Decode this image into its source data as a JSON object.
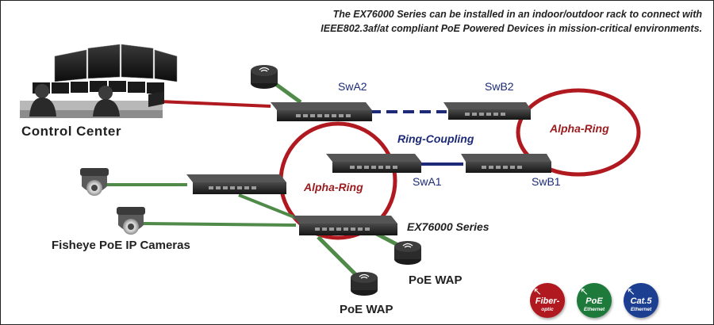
{
  "caption": {
    "line1": "The EX76000 Series can be installed in an indoor/outdoor rack  to connect with",
    "line2": "IEEE802.3af/at compliant PoE Powered Devices in mission-critical environments."
  },
  "labels": {
    "control_center": "Control Center",
    "swa2": "SwA2",
    "swb2": "SwB2",
    "swa1": "SwA1",
    "swb1": "SwB1",
    "alpha_ring_left": "Alpha-Ring",
    "alpha_ring_right": "Alpha-Ring",
    "ring_coupling": "Ring-Coupling",
    "series": "EX76000 Series",
    "cameras": "Fisheye PoE IP Cameras",
    "wap_right": "PoE WAP",
    "wap_bottom": "PoE WAP"
  },
  "badges": [
    {
      "main": "Fiber-",
      "sub": "optic",
      "color": "#b0191f"
    },
    {
      "main": "PoE",
      "sub": "Ethernet",
      "color": "#1d7a3a"
    },
    {
      "main": "Cat.5",
      "sub": "Ethernet",
      "color": "#1c3f92"
    }
  ],
  "colors": {
    "fiber": "#b0191f",
    "poe": "#4f8a48",
    "cat5": "#1c2a78"
  }
}
